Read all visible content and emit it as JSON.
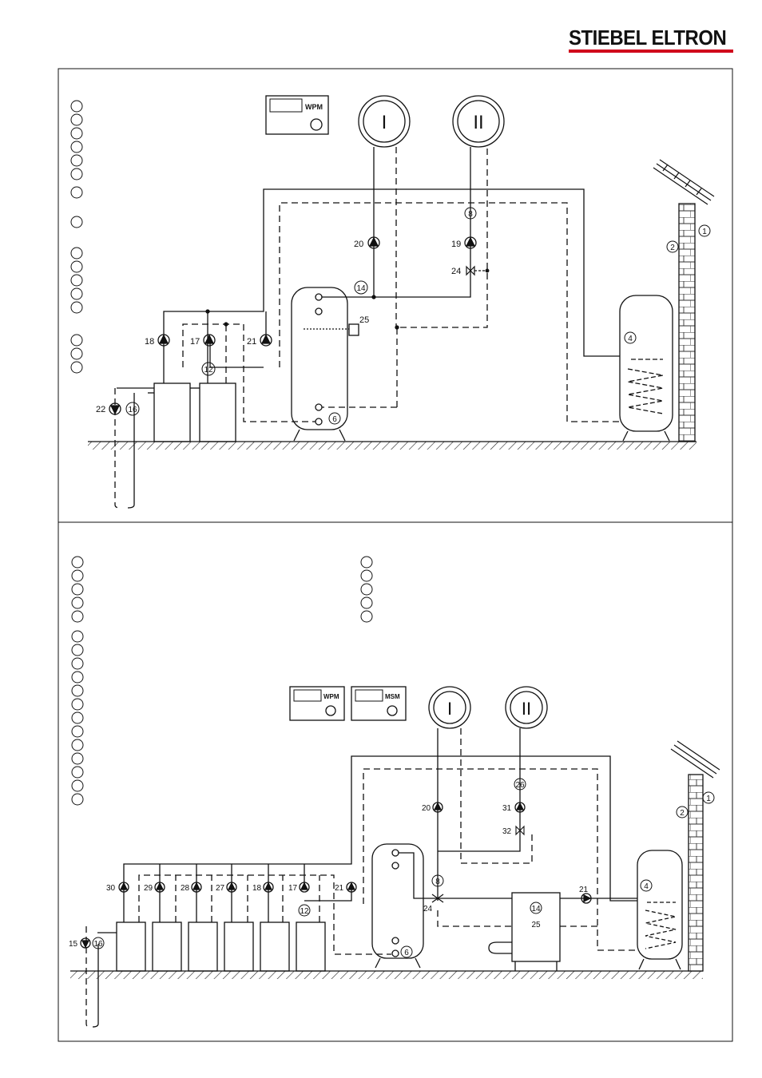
{
  "header": {
    "brand": "STIEBEL ELTRON",
    "brand_color": "#d0021b"
  },
  "controllers": {
    "wpm": "WPM",
    "msm": "MSM"
  },
  "circuits": {
    "one": "I",
    "two": "II"
  },
  "diagram1": {
    "labels": {
      "n1": "1",
      "n2": "2",
      "n4": "4",
      "n6": "6",
      "n8": "8",
      "n12": "12",
      "n14": "14",
      "n16": "16",
      "n17": "17",
      "n18": "18",
      "n19": "19",
      "n20": "20",
      "n21": "21",
      "n22": "22",
      "n24": "24",
      "n25": "25"
    }
  },
  "diagram2": {
    "labels": {
      "n1": "1",
      "n2": "2",
      "n4": "4",
      "n6": "6",
      "n8": "8",
      "n12": "12",
      "n14": "14",
      "n15": "15",
      "n16": "16",
      "n17": "17",
      "n18": "18",
      "n20": "20",
      "n21a": "21",
      "n21b": "21",
      "n24": "24",
      "n25": "25",
      "n26": "26",
      "n27": "27",
      "n28": "28",
      "n29": "29",
      "n30": "30",
      "n31": "31",
      "n32": "32"
    }
  }
}
